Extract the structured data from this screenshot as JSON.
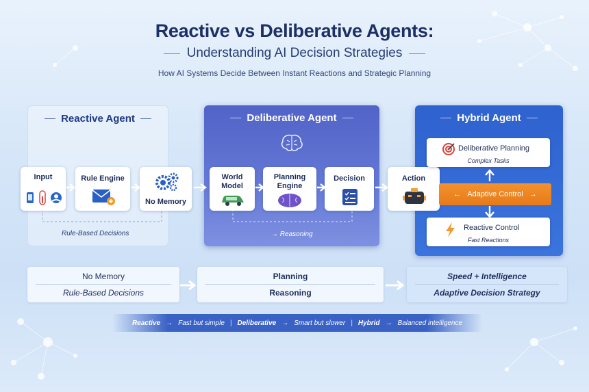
{
  "title": "Reactive vs Deliberative Agents:",
  "subtitle": "Understanding AI Decision Strategies",
  "tagline": "How AI Systems Decide Between Instant Reactions and Strategic Planning",
  "reactive": {
    "title": "Reactive Agent",
    "input": "Input",
    "rule_engine": "Rule Engine",
    "no_memory": "No Memory",
    "caption": "Rule-Based Decisions"
  },
  "deliberative": {
    "title": "Deliberative Agent",
    "world_model_1": "World",
    "world_model_2": "Model",
    "planning_1": "Planning",
    "planning_2": "Engine",
    "decision": "Decision",
    "caption": "Reasoning"
  },
  "action": "Action",
  "hybrid": {
    "title": "Hybrid Agent",
    "deliberative_planning": "Deliberative Planning",
    "complex_tasks": "Complex Tasks",
    "adaptive_control": "Adaptive Control",
    "reactive_control": "Reactive Control",
    "fast_reactions": "Fast Reactions"
  },
  "bottom": {
    "reactive_1": "No Memory",
    "reactive_2": "Rule-Based Decisions",
    "delib_1": "Planning",
    "delib_2": "Reasoning",
    "hybrid_1": "Speed + Intelligence",
    "hybrid_2": "Adaptive Decision Strategy"
  },
  "legend": {
    "reactive": "Reactive",
    "reactive_desc": "Fast but simple",
    "deliberative": "Deliberative",
    "deliberative_desc": "Smart but slower",
    "hybrid": "Hybrid",
    "hybrid_desc": "Balanced intelligence"
  },
  "colors": {
    "deliberative_panel": "#5163c7",
    "hybrid_panel": "#2e62cf",
    "adaptive_orange": "#e77a19"
  }
}
